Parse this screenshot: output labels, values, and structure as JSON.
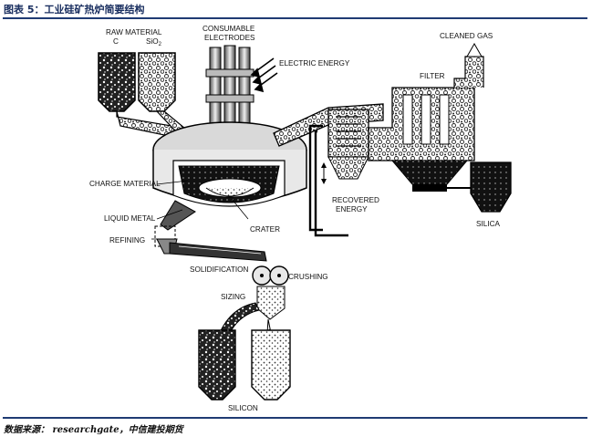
{
  "header": {
    "title": "图表 5：工业硅矿热炉简要结构"
  },
  "footer": {
    "source": "数据来源： researchgate，中信建投期货"
  },
  "diagram": {
    "raw_material": "RAW MATERIAL",
    "carbon": "C",
    "silica_in": "SiO",
    "silica_in_sub": "2",
    "consumable": "CONSUMABLE",
    "electrodes": "ELECTRODES",
    "electric_energy": "ELECTRIC ENERGY",
    "cleaned_gas": "CLEANED GAS",
    "filter": "FILTER",
    "charge_material": "CHARGE MATERIAL",
    "liquid_metal": "LIQUID METAL",
    "crater": "CRATER",
    "refining": "REFINING",
    "solidification": "SOLIDIFICATION",
    "crushing": "CRUSHING",
    "sizing": "SIZING",
    "recovered": "RECOVERED",
    "energy": "ENERGY",
    "silica_out": "SILICA",
    "silicon": "SILICON"
  }
}
